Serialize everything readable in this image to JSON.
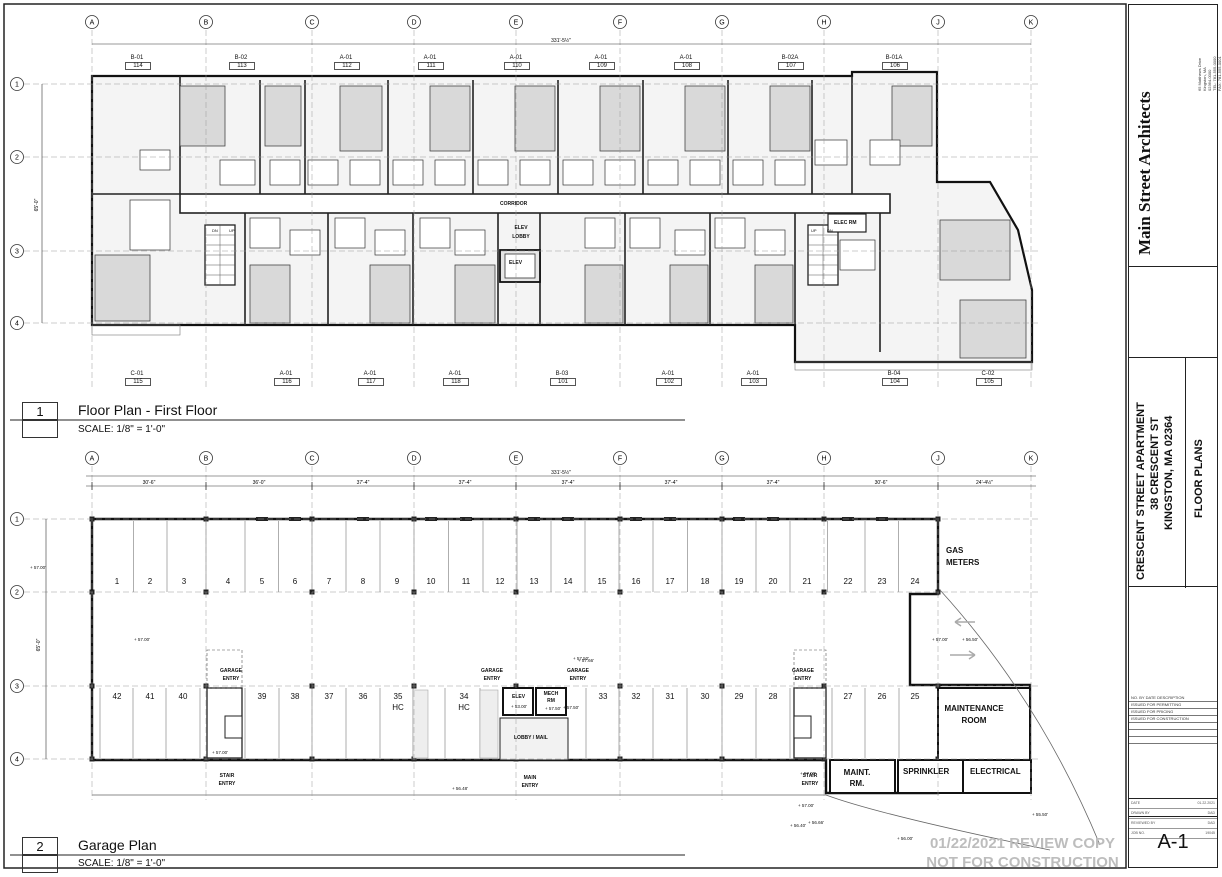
{
  "floor_plan": {
    "title": "Floor Plan - First Floor",
    "scale": "SCALE: 1/8\" = 1'-0\"",
    "view_number": "1",
    "grid_columns": [
      "A",
      "B",
      "C",
      "D",
      "E",
      "F",
      "G",
      "H",
      "J",
      "K"
    ],
    "grid_rows": [
      "1",
      "2",
      "3",
      "4"
    ],
    "overall_dimension": "331'-5½\"",
    "side_dimension": "65'-0\"",
    "units_top": [
      {
        "type": "B-01",
        "number": "114"
      },
      {
        "type": "B-02",
        "number": "113"
      },
      {
        "type": "A-01",
        "number": "112"
      },
      {
        "type": "A-01",
        "number": "111"
      },
      {
        "type": "A-01",
        "number": "110"
      },
      {
        "type": "A-01",
        "number": "109"
      },
      {
        "type": "A-01",
        "number": "108"
      },
      {
        "type": "B-02A",
        "number": "107"
      },
      {
        "type": "B-01A",
        "number": "106"
      }
    ],
    "units_bottom": [
      {
        "type": "C-01",
        "number": "115"
      },
      {
        "type": "A-01",
        "number": "116"
      },
      {
        "type": "A-01",
        "number": "117"
      },
      {
        "type": "A-01",
        "number": "118"
      },
      {
        "type": "B-03",
        "number": "101"
      },
      {
        "type": "A-01",
        "number": "102"
      },
      {
        "type": "A-01",
        "number": "103"
      },
      {
        "type": "B-04",
        "number": "104"
      },
      {
        "type": "C-02",
        "number": "105"
      }
    ],
    "room_labels": {
      "corridor": "CORRIDOR",
      "elev_lobby": "ELEV LOBBY",
      "elev": "ELEV",
      "elec_rm": "ELEC RM",
      "dn": "DN",
      "up": "UP"
    }
  },
  "garage_plan": {
    "title": "Garage Plan",
    "scale": "SCALE: 1/8\" = 1'-0\"",
    "view_number": "2",
    "grid_columns": [
      "A",
      "B",
      "C",
      "D",
      "E",
      "F",
      "G",
      "H",
      "J",
      "K"
    ],
    "grid_rows": [
      "1",
      "2",
      "3",
      "4"
    ],
    "overall_dimension": "331'-5½\"",
    "bay_dimensions": [
      "30'-6\"",
      "36'-0\"",
      "37'-4\"",
      "37'-4\"",
      "37'-4\"",
      "37'-4\"",
      "37'-4\"",
      "30'-6\"",
      "24'-4½\""
    ],
    "side_dimension": "65'-0\"",
    "stalls_top": [
      "1",
      "2",
      "3",
      "4",
      "5",
      "6",
      "7",
      "8",
      "9",
      "10",
      "11",
      "12",
      "13",
      "14",
      "15",
      "16",
      "17",
      "18",
      "19",
      "20",
      "21",
      "22",
      "23",
      "24"
    ],
    "stalls_bottom_left": [
      "42",
      "41",
      "40"
    ],
    "stalls_bottom_mid": [
      "39",
      "38",
      "37",
      "36"
    ],
    "stalls_hc": [
      {
        "num": "35",
        "tag": "HC"
      },
      {
        "num": "34",
        "tag": "HC"
      }
    ],
    "stalls_bottom_right": [
      "33",
      "32",
      "31",
      "30",
      "29",
      "28"
    ],
    "stalls_far_right": [
      "27",
      "26",
      "25"
    ],
    "rooms": {
      "gas_meters": "GAS METERS",
      "maintenance_room": "MAINTENANCE ROOM",
      "maint_rm": "MAINT. RM.",
      "sprinkler": "SPRINKLER",
      "electrical": "ELECTRICAL",
      "elev": "ELEV",
      "mech_rm": "MECH RM",
      "lobby_mail": "LOBBY / MAIL",
      "main_entry": "MAIN ENTRY",
      "garage_entry": "GARAGE ENTRY",
      "stair_entry": "STAIR ENTRY"
    },
    "spot_elevations": [
      "57.00'",
      "57.00'",
      "57.00'",
      "57.50'",
      "57.66'",
      "57.50'",
      "53.00'",
      "57.50'",
      "56.50'",
      "57.00'",
      "56.48'",
      "57.00'",
      "56.00'",
      "55.50'",
      "56.40'",
      "56.66'",
      "57.00'"
    ]
  },
  "title_block": {
    "firm": "Main Street Architects",
    "firm_address": [
      "65 Matthews Drive",
      "Kingston, MA",
      "02364-0000",
      "TEL: 781-555-0000",
      "FAX: 781-555-0001"
    ],
    "project_name": "CRESCENT STREET APARTMENT",
    "project_address": "38 CRESCENT ST",
    "project_city": "KINGSTON, MA 02364",
    "sheet_title": "FLOOR PLANS",
    "sheet_number": "A-1",
    "revision_header": "NO.  BY  DATE  DESCRIPTION",
    "revisions": [
      "ISSUED FOR PERMITTING",
      "ISSUED FOR PRICING",
      "ISSUED FOR CONSTRUCTION"
    ],
    "info_rows": [
      {
        "label": "DATE",
        "value": "01.22.2021"
      },
      {
        "label": "DRAWN BY",
        "value": "DAD"
      },
      {
        "label": "REVIEWED BY",
        "value": "DAD"
      },
      {
        "label": "JOB NO.",
        "value": "19045"
      }
    ]
  },
  "stamp": {
    "line1": "01/22/2021 REVIEW COPY",
    "line2": "NOT FOR CONSTRUCTION"
  }
}
